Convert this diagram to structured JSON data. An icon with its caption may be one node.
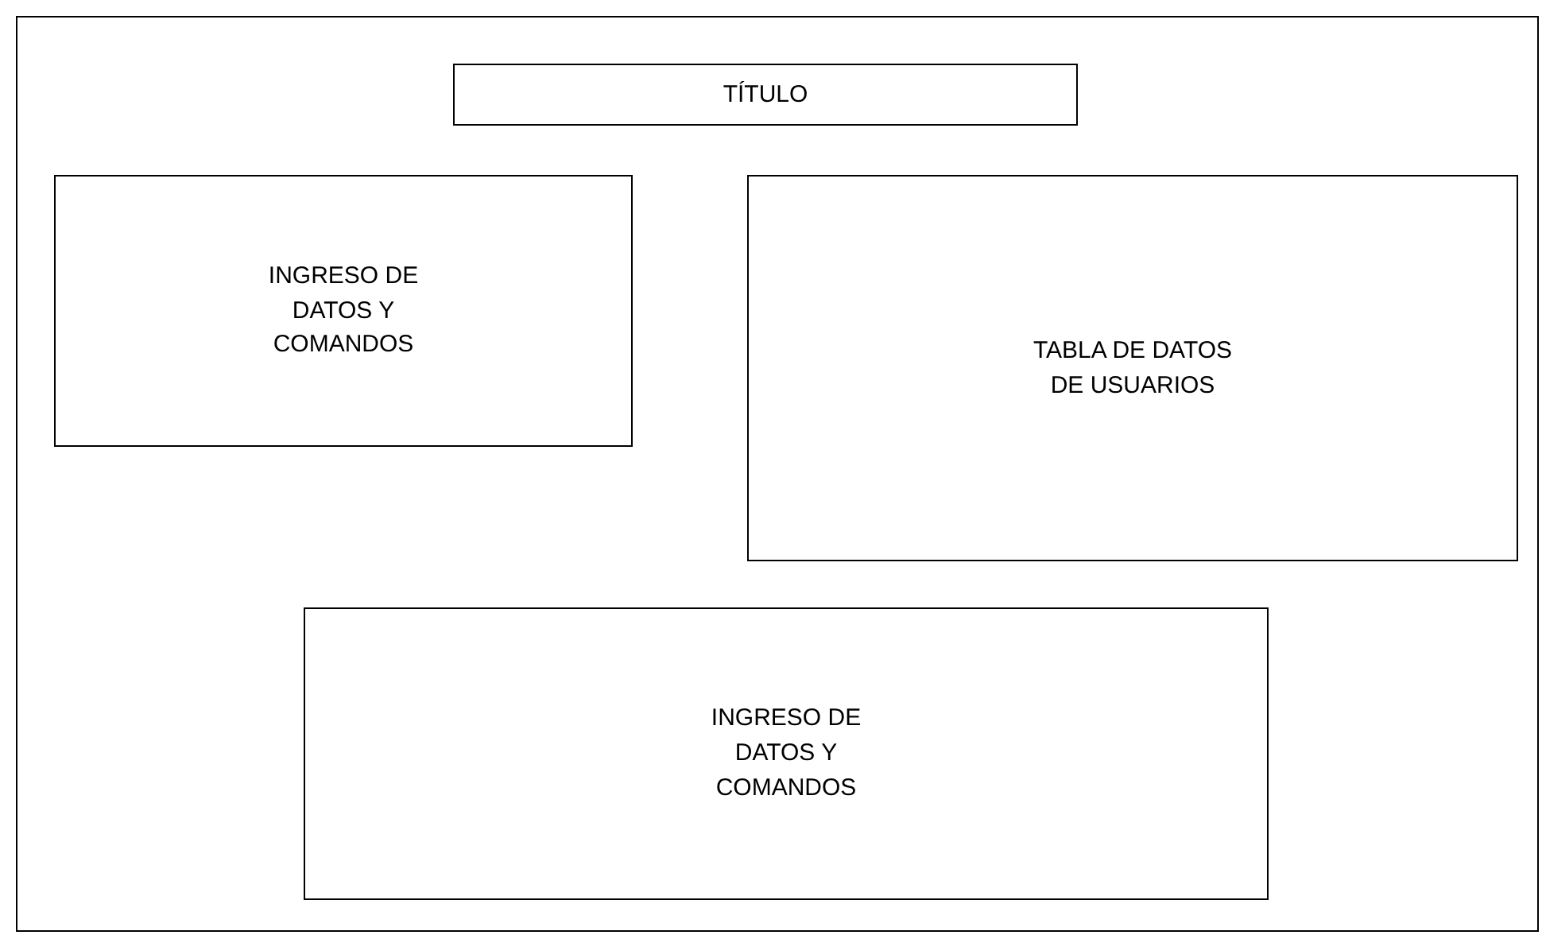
{
  "diagram": {
    "nodes": [
      {
        "text": [],
        "shape": "box"
      },
      {
        "text": [
          "TÍTULO"
        ],
        "in": 0
      },
      {
        "text": [
          "INGRESO DE DATOS Y COMANDOS"
        ],
        "in": 0
      },
      {
        "text": [
          "TABLA DE DATOS DE USUARIOS"
        ],
        "in": 0
      },
      {
        "text": [
          "INGRESO DE DATOS Y COMANDOS"
        ],
        "in": 0
      }
    ],
    "edges": []
  }
}
